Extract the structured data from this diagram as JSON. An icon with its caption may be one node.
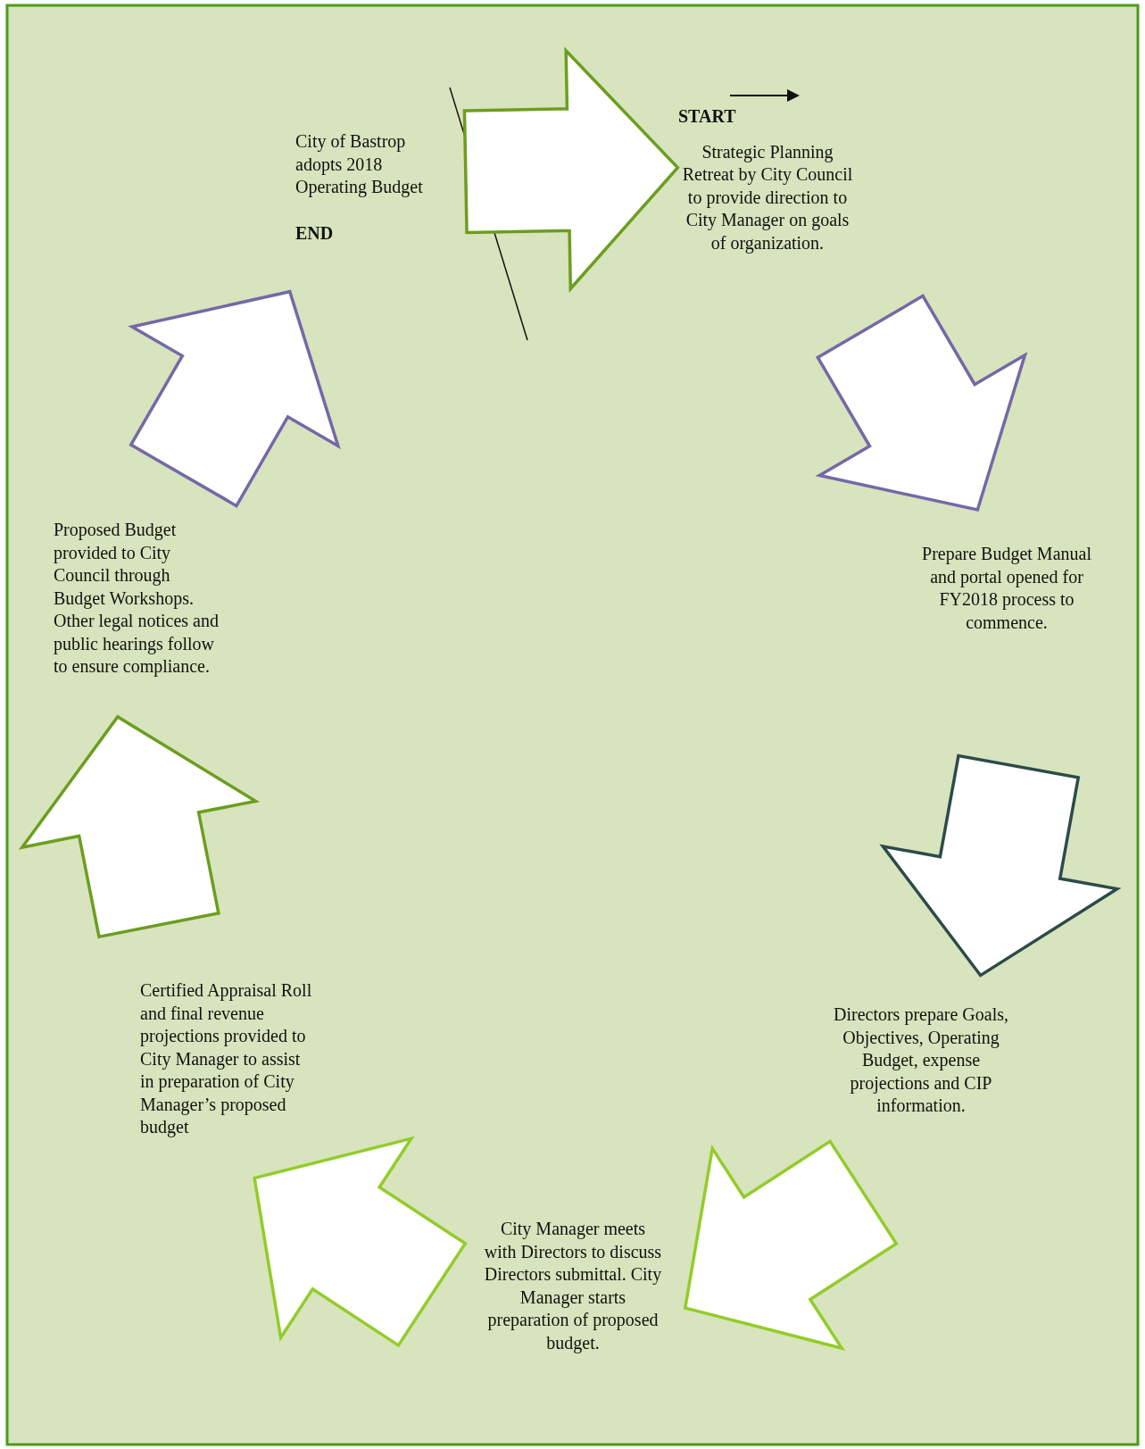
{
  "diagram": {
    "nodes": [
      {
        "text": [
          "START",
          "Strategic Planning Retreat by City Council to provide direction to City Manager on goals of organization."
        ]
      },
      {
        "text": [
          "Prepare Budget Manual and portal opened for FY2018 process to commence."
        ]
      },
      {
        "text": [
          "Directors prepare Goals, Objectives, Operating Budget, expense projections and CIP information."
        ]
      },
      {
        "text": [
          "City Manager meets with Directors to discuss Directors submittal. City Manager starts preparation of proposed budget."
        ]
      },
      {
        "text": [
          "Certified Appraisal Roll and final revenue projections provided to City Manager to assist in preparation of City Manager’s proposed budget"
        ]
      },
      {
        "text": [
          "Proposed Budget provided to City Council through Budget Workshops. Other legal notices and public hearings follow to ensure compliance."
        ]
      },
      {
        "text": [
          "City of Bastrop adopts 2018 Operating Budget",
          "END"
        ]
      }
    ],
    "edges": [
      {
        "from": 6,
        "to": 0,
        "arrow": "to",
        "color": "#6b9e1f"
      },
      {
        "from": 0,
        "to": 1,
        "arrow": "to",
        "color": "#7468a8"
      },
      {
        "from": 1,
        "to": 2,
        "arrow": "to",
        "color": "#2c4b4a"
      },
      {
        "from": 2,
        "to": 3,
        "arrow": "to",
        "color": "#93cc2a"
      },
      {
        "from": 3,
        "to": 4,
        "arrow": "to",
        "color": "#93cc2a"
      },
      {
        "from": 4,
        "to": 5,
        "arrow": "to",
        "color": "#6b9e1f"
      },
      {
        "from": 5,
        "to": 6,
        "arrow": "to",
        "color": "#7468a8"
      }
    ]
  }
}
